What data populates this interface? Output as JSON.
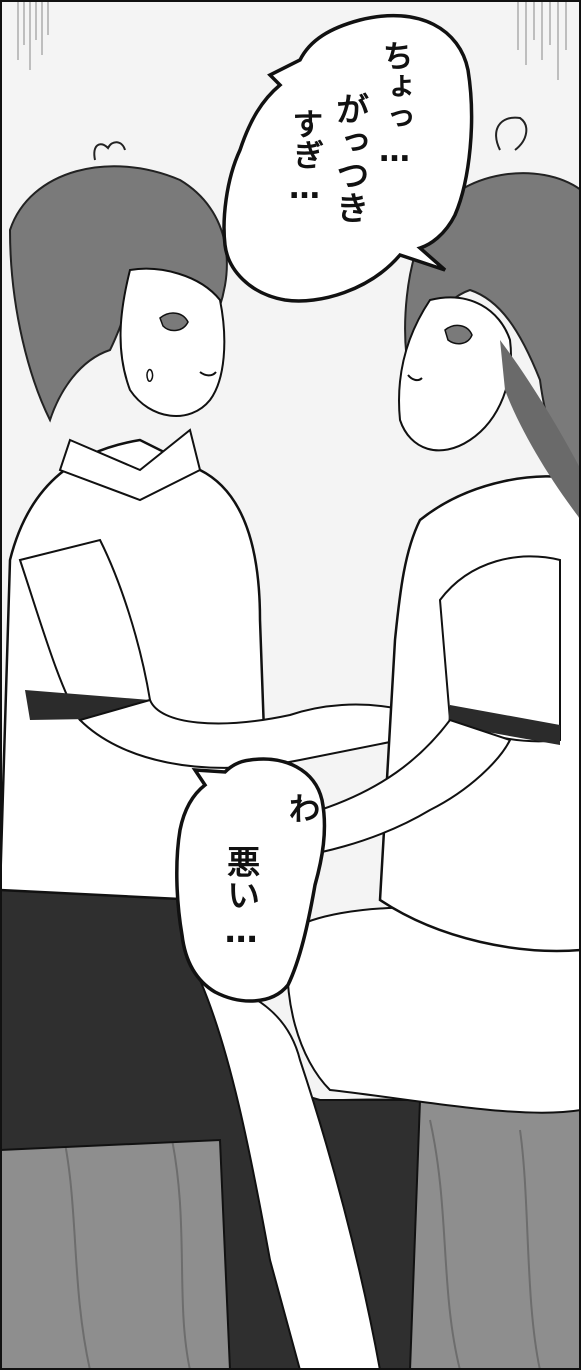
{
  "panel": {
    "description_free": true,
    "speech_bubbles": [
      {
        "speaker": "girl",
        "lines": [
          "ちょっ…",
          "がっつき",
          "すぎ…"
        ]
      },
      {
        "speaker": "boy",
        "lines": [
          "わ",
          "悪い…"
        ]
      }
    ]
  },
  "colors": {
    "background": "#f6f6f6",
    "ink": "#111111",
    "hair": "#7a7a7a",
    "hair_dark": "#5d5d5d",
    "shorts": "#2f2f2f",
    "bed": "#8c8c8c",
    "skin": "#ffffff"
  }
}
